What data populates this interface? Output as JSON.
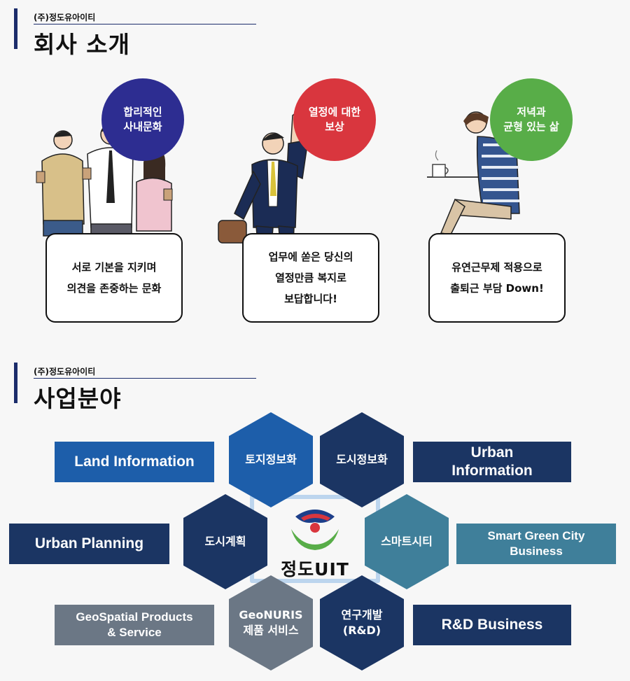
{
  "section1": {
    "company": "(주)정도유아이티",
    "title": "회사 소개"
  },
  "features": [
    {
      "circle": "합리적인\n사내문화",
      "card": "서로 기본을 지키며\n의견을 존중하는 문화"
    },
    {
      "circle": "열정에 대한\n보상",
      "card": "업무에 쏟은 당신의\n열정만큼 복지로\n보답합니다!"
    },
    {
      "circle": "저녁과\n균형 있는 삶",
      "card": "유연근무제 적용으로\n출퇴근 부담 Down!"
    }
  ],
  "section2": {
    "company": "(주)정도유아이티",
    "title": "사업분야"
  },
  "hexes": {
    "land": "토지정보화",
    "urban_info": "도시정보화",
    "planning": "도시계획",
    "smart": "스마트시티",
    "geonuris": "GeoNURIS\n제품 서비스",
    "rnd": "연구개발\n(R&D)"
  },
  "center_logo": "정도UIT",
  "labels": {
    "land": "Land Information",
    "urban_info": "Urban\nInformation",
    "planning": "Urban Planning",
    "smart": "Smart Green City\nBusiness",
    "geo": "GeoSpatial Products\n& Service",
    "rnd": "R&D Business"
  },
  "colors": {
    "navy": "#1b3563",
    "blue": "#1d5eaa",
    "teal": "#3f7f9a",
    "gray": "#6b7785",
    "purple": "#2d2d91",
    "red": "#d9363e",
    "green": "#58ad48"
  }
}
